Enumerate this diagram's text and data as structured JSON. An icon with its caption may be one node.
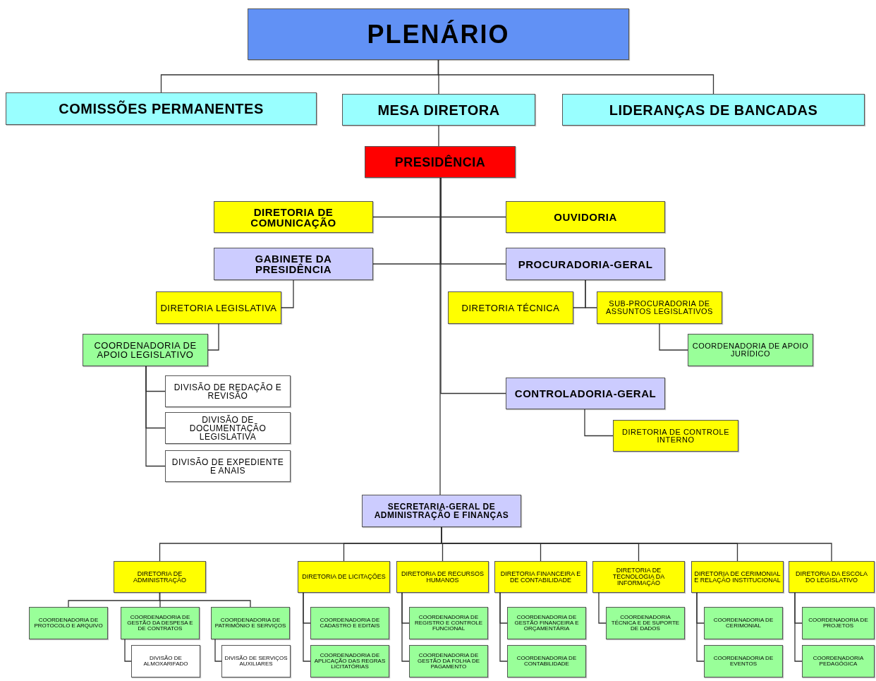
{
  "diagram": {
    "nodes": [
      {
        "text": [
          "PLENÁRIO"
        ]
      },
      {
        "text": [
          "COMISSÕES PERMANENTES"
        ]
      },
      {
        "text": [
          "MESA DIRETORA"
        ]
      },
      {
        "text": [
          "LIDERANÇAS DE BANCADAS"
        ]
      },
      {
        "text": [
          "PRESIDÊNCIA"
        ]
      },
      {
        "text": [
          "DIRETORIA DE COMUNICAÇÃO"
        ]
      },
      {
        "text": [
          "OUVIDORIA"
        ]
      },
      {
        "text": [
          "GABINETE DA PRESIDÊNCIA"
        ]
      },
      {
        "text": [
          "PROCURADORIA-GERAL"
        ]
      },
      {
        "text": [
          "DIRETORIA LEGISLATIVA"
        ]
      },
      {
        "text": [
          "COORDENADORIA DE APOIO LEGISLATIVO"
        ]
      },
      {
        "text": [
          "DIVISÃO DE REDAÇÃO E REVISÃO"
        ]
      },
      {
        "text": [
          "DIVISÃO DE DOCUMENTAÇÃO LEGISLATIVA"
        ]
      },
      {
        "text": [
          "DIVISÃO DE EXPEDIENTE E ANAIS"
        ]
      },
      {
        "text": [
          "DIRETORIA TÉCNICA"
        ]
      },
      {
        "text": [
          "SUB-PROCURADORIA DE ASSUNTOS LEGISLATIVOS"
        ]
      },
      {
        "text": [
          "COORDENADORIA DE APOIO JURÍDICO"
        ]
      },
      {
        "text": [
          "CONTROLADORIA-GERAL"
        ]
      },
      {
        "text": [
          "DIRETORIA DE CONTROLE INTERNO"
        ]
      },
      {
        "text": [
          "SECRETARIA-GERAL DE ADMINISTRAÇÃO E FINANÇAS"
        ]
      },
      {
        "text": [
          "DIRETORIA DE ADMINISTRAÇÃO"
        ]
      },
      {
        "text": [
          "DIRETORIA DE LICITAÇÕES"
        ]
      },
      {
        "text": [
          "DIRETORIA DE RECURSOS HUMANOS"
        ]
      },
      {
        "text": [
          "DIRETORIA FINANCEIRA E DE CONTABILIDADE"
        ]
      },
      {
        "text": [
          "DIRETORIA DE TECNOLOGIA DA INFORMAÇÃO"
        ]
      },
      {
        "text": [
          "DIRETORIA DE CERIMONIAL E RELAÇÃO INSTITUCIONAL"
        ]
      },
      {
        "text": [
          "DIRETORIA DA ESCOLA DO LEGISLATIVO"
        ]
      },
      {
        "text": [
          "COORDENADORIA DE PROTOCOLO E ARQUIVO"
        ]
      },
      {
        "text": [
          "COORDENADORIA DE GESTÃO DA DESPESA E DE CONTRATOS"
        ]
      },
      {
        "text": [
          "COORDENADORIA DE PATRIMÔNIO E SERVIÇOS"
        ]
      },
      {
        "text": [
          "DIVISÃO DE ALMOXARIFADO"
        ]
      },
      {
        "text": [
          "DIVISÃO DE SERVIÇOS AUXILIARES"
        ]
      },
      {
        "text": [
          "COORDENADORIA DE CADASTRO E EDITAIS"
        ]
      },
      {
        "text": [
          "COORDENADORIA DE APLICAÇÃO DAS REGRAS LICITATÓRIAS"
        ]
      },
      {
        "text": [
          "COORDENADORIA DE REGISTRO E CONTROLE FUNCIONAL"
        ]
      },
      {
        "text": [
          "COORDENADORIA DE GESTÃO DA FOLHA DE PAGAMENTO"
        ]
      },
      {
        "text": [
          "COORDENADORIA DE GESTÃO FINANCEIRA E ORÇAMENTÁRIA"
        ]
      },
      {
        "text": [
          "COORDENADORIA DE CONTABILIDADE"
        ]
      },
      {
        "text": [
          "COORDENADORIA TÉCNICA E DE SUPORTE DE DADOS"
        ]
      },
      {
        "text": [
          "COORDENADORIA DE CERIMONIAL"
        ]
      },
      {
        "text": [
          "COORDENADORIA DE EVENTOS"
        ]
      },
      {
        "text": [
          "COORDENADORIA DE PROJETOS"
        ]
      },
      {
        "text": [
          "COORDENADORIA PEDAGÓGICA"
        ]
      }
    ],
    "edges": [
      {
        "from": 0,
        "to": 1,
        "arrow": "none"
      },
      {
        "from": 0,
        "to": 2,
        "arrow": "none"
      },
      {
        "from": 0,
        "to": 3,
        "arrow": "none"
      },
      {
        "from": 2,
        "to": 4,
        "arrow": "none"
      },
      {
        "from": 4,
        "to": 5,
        "arrow": "none"
      },
      {
        "from": 4,
        "to": 6,
        "arrow": "none"
      },
      {
        "from": 4,
        "to": 7,
        "arrow": "none"
      },
      {
        "from": 4,
        "to": 8,
        "arrow": "none"
      },
      {
        "from": 7,
        "to": 9,
        "arrow": "none"
      },
      {
        "from": 9,
        "to": 10,
        "arrow": "none"
      },
      {
        "from": 10,
        "to": 11,
        "arrow": "none"
      },
      {
        "from": 10,
        "to": 12,
        "arrow": "none"
      },
      {
        "from": 10,
        "to": 13,
        "arrow": "none"
      },
      {
        "from": 8,
        "to": 14,
        "arrow": "none"
      },
      {
        "from": 8,
        "to": 15,
        "arrow": "none"
      },
      {
        "from": 15,
        "to": 16,
        "arrow": "none"
      },
      {
        "from": 4,
        "to": 17,
        "arrow": "none"
      },
      {
        "from": 17,
        "to": 18,
        "arrow": "none"
      },
      {
        "from": 4,
        "to": 19,
        "arrow": "none"
      },
      {
        "from": 19,
        "to": 20,
        "arrow": "none"
      },
      {
        "from": 19,
        "to": 21,
        "arrow": "none"
      },
      {
        "from": 19,
        "to": 22,
        "arrow": "none"
      },
      {
        "from": 19,
        "to": 23,
        "arrow": "none"
      },
      {
        "from": 19,
        "to": 24,
        "arrow": "none"
      },
      {
        "from": 19,
        "to": 25,
        "arrow": "none"
      },
      {
        "from": 19,
        "to": 26,
        "arrow": "none"
      },
      {
        "from": 20,
        "to": 27,
        "arrow": "none"
      },
      {
        "from": 20,
        "to": 28,
        "arrow": "none"
      },
      {
        "from": 20,
        "to": 29,
        "arrow": "none"
      },
      {
        "from": 28,
        "to": 30,
        "arrow": "none"
      },
      {
        "from": 29,
        "to": 31,
        "arrow": "none"
      },
      {
        "from": 21,
        "to": 32,
        "arrow": "none"
      },
      {
        "from": 21,
        "to": 33,
        "arrow": "none"
      },
      {
        "from": 22,
        "to": 34,
        "arrow": "none"
      },
      {
        "from": 22,
        "to": 35,
        "arrow": "none"
      },
      {
        "from": 23,
        "to": 36,
        "arrow": "none"
      },
      {
        "from": 23,
        "to": 37,
        "arrow": "none"
      },
      {
        "from": 24,
        "to": 38,
        "arrow": "none"
      },
      {
        "from": 25,
        "to": 39,
        "arrow": "none"
      },
      {
        "from": 25,
        "to": 40,
        "arrow": "none"
      },
      {
        "from": 26,
        "to": 41,
        "arrow": "none"
      },
      {
        "from": 26,
        "to": 42,
        "arrow": "none"
      }
    ]
  }
}
